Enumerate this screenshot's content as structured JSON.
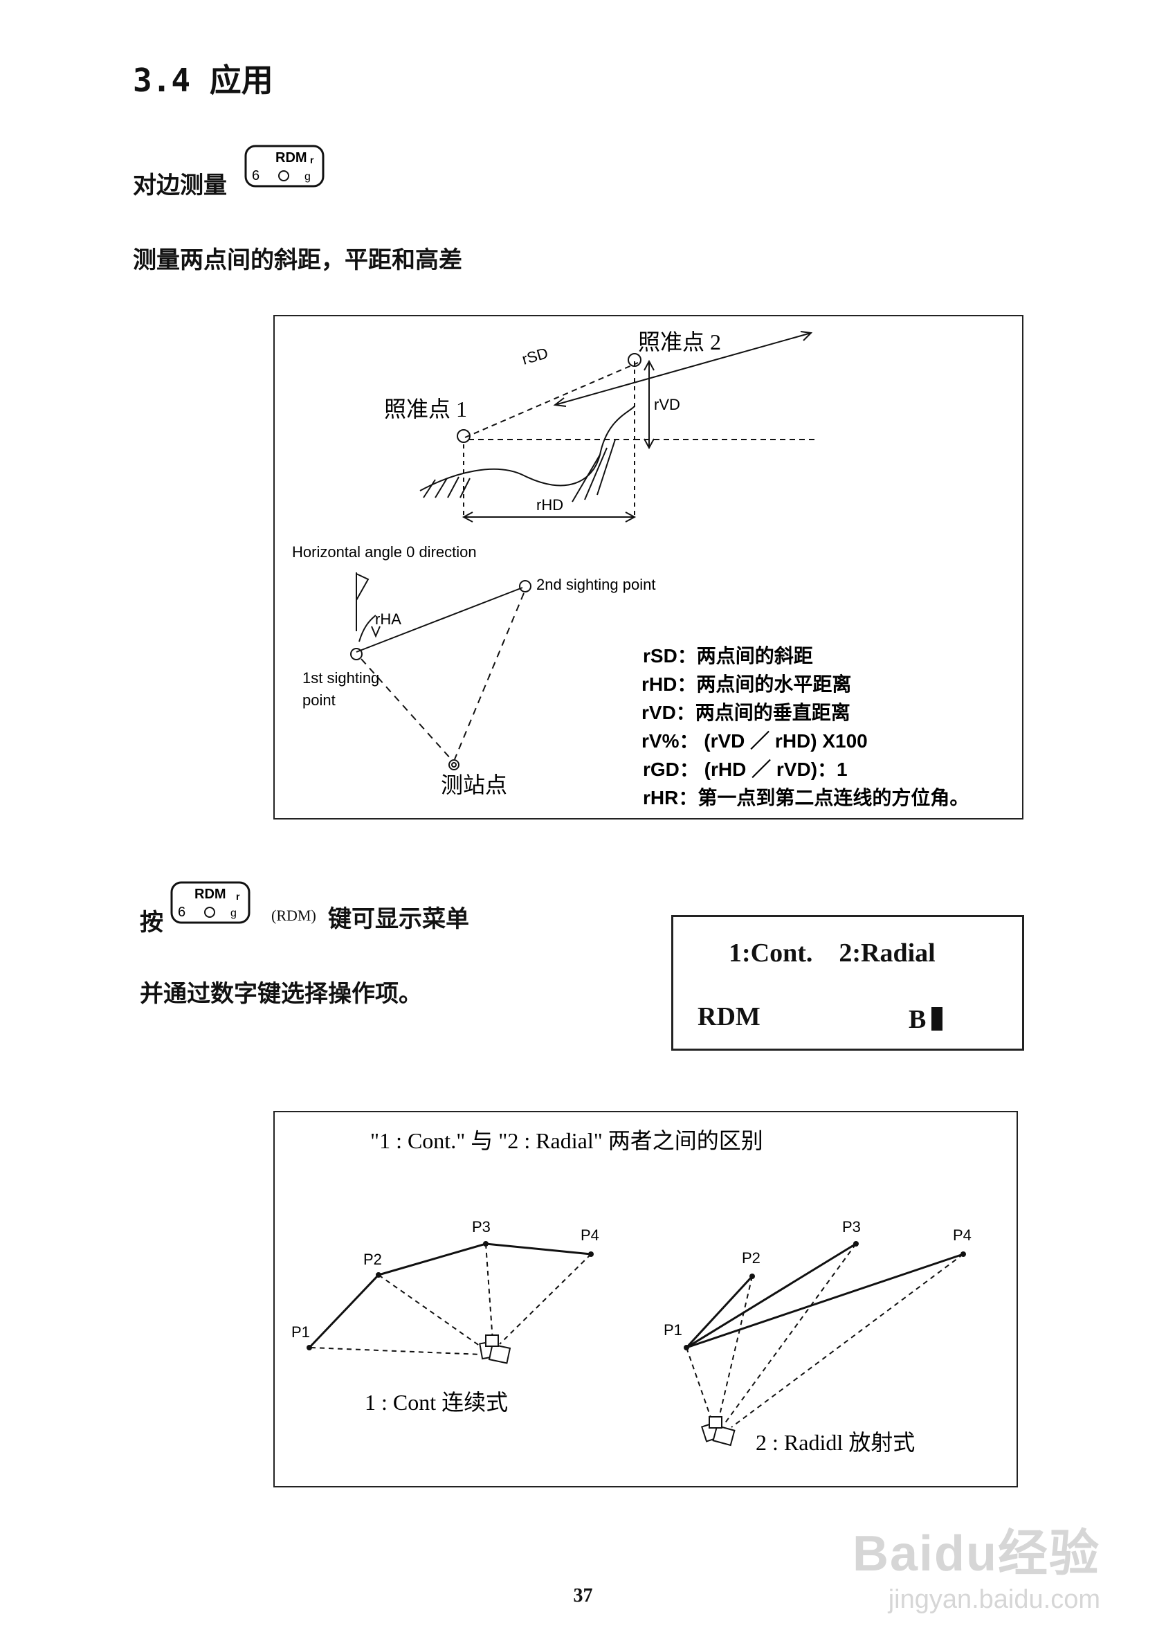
{
  "section": {
    "number": "3.4",
    "title": "应用"
  },
  "rdm_heading": "对边测量",
  "key_icon": {
    "line1": "RDM",
    "sup": "r",
    "left": "6",
    "right": "g"
  },
  "description": "测量两点间的斜距，平距和高差",
  "diagram1": {
    "label_point2": "照准点 2",
    "label_point1": "照准点 1",
    "label_rsd": "rSD",
    "label_rvd": "rVD",
    "label_rhd": "rHD",
    "label_h0": "Horizontal angle 0 direction",
    "label_2nd": "2nd sighting point",
    "label_rha": "rHA",
    "label_1st_a": "1st sighting",
    "label_1st_b": "point",
    "label_station": "测站点",
    "legend": [
      "rSD：两点间的斜距",
      "rHD：两点间的水平距离",
      "rVD：两点间的垂直距离",
      "rV%： (rVD ／ rHD) X100",
      "rGD： (rHD ／ rVD)：1",
      "rHR：第一点到第二点连线的方位角。"
    ]
  },
  "press": {
    "prefix": "按",
    "key_hint": "(RDM)",
    "suffix": "键可显示菜单",
    "line2": "并通过数字键选择操作项。"
  },
  "lcd": {
    "row1": "1:Cont.    2:Radial",
    "row2_left": "RDM",
    "row2_right": "B"
  },
  "diagram2": {
    "title": "\"1 : Cont.\" 与 \"2 : Radial\" 两者之间的区别",
    "p1": "P1",
    "p2": "P2",
    "p3": "P3",
    "p4": "P4",
    "cont_caption": "1 : Cont 连续式",
    "radial_caption": "2 : Radidl 放射式"
  },
  "page_number": "37",
  "watermark": {
    "brand": "Baidu经验",
    "url": "jingyan.baidu.com"
  }
}
